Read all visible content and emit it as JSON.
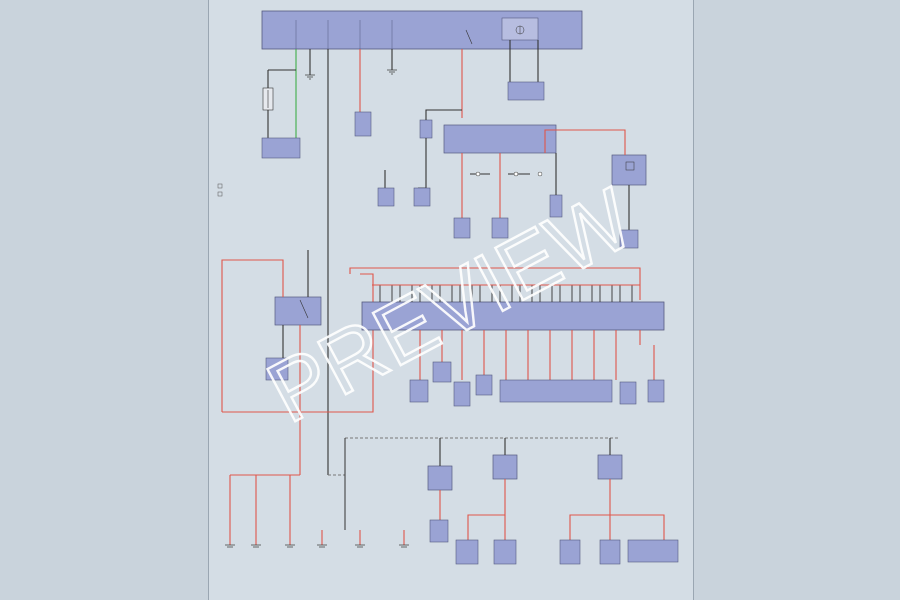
{
  "watermark": "PREVIEW",
  "colors": {
    "sheet": "#d4dde5",
    "module_fill": "#9aa3d4",
    "module_stroke": "#555a80",
    "wire_red": "#e0564a",
    "wire_green": "#3fae49",
    "wire_black": "#333333",
    "wire_dashed": "#777777"
  },
  "icons": [
    "ground-symbol",
    "fuse-symbol",
    "relay-symbol",
    "dot-junction"
  ]
}
